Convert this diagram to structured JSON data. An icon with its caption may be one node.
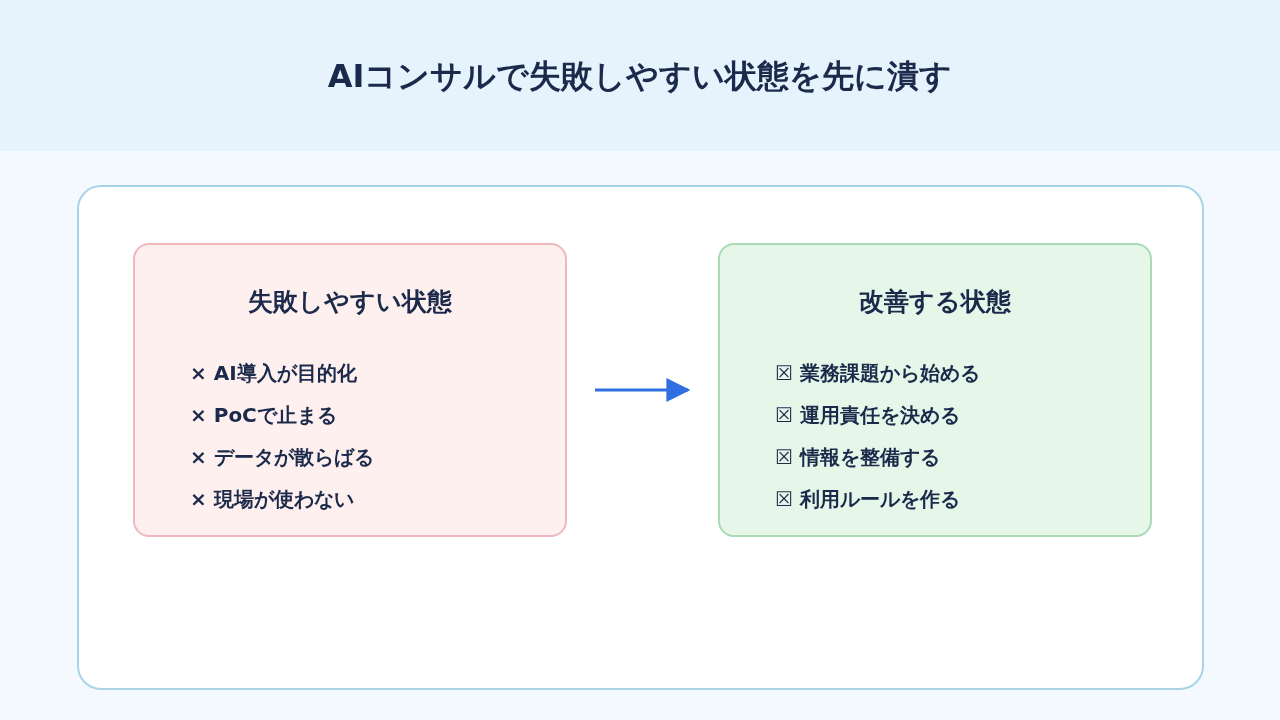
{
  "diagram": {
    "title": "AIコンサルで失敗しやすい状態を先に潰す",
    "nodes": [
      {
        "text": [],
        "shape": "box"
      },
      {
        "text": [
          "失敗しやすい状態",
          "× AI導入が目的化",
          "× PoCで止まる",
          "× データが散らばる",
          "× 現場が使わない"
        ],
        "in": 0
      },
      {
        "text": [
          "改善する状態",
          "☒ 業務課題から始める",
          "☒ 運用責任を決める",
          "☒ 情報を整備する",
          "☒ 利用ルールを作る"
        ],
        "in": 0
      }
    ],
    "edges": [
      {
        "from": 1,
        "to": 2,
        "arrow": "to",
        "color": "#2f6fe0"
      }
    ]
  }
}
